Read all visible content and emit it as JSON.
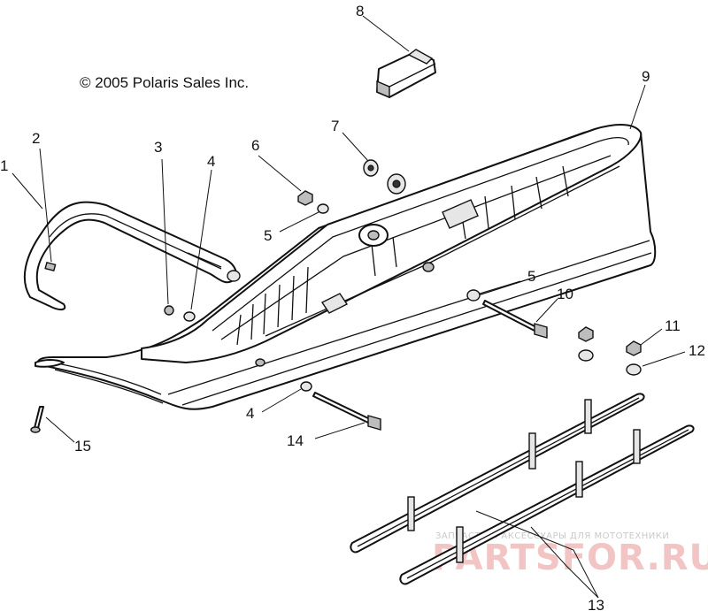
{
  "copyright": "© 2005 Polaris Sales Inc.",
  "callouts": [
    "1",
    "2",
    "3",
    "4",
    "5",
    "6",
    "7",
    "8",
    "9",
    "5",
    "10",
    "11",
    "12",
    "4",
    "14",
    "15",
    "13"
  ],
  "watermark": {
    "line1": "ЗАПЧАСТИ И АКСЕССУАРЫ ДЛЯ МОТОТЕХНИКИ",
    "line2": "PARTSFOR.RU"
  },
  "colors": {
    "line": "#111111",
    "watermark_text": "#c9c9c9",
    "watermark_logo": "#f2c4c4"
  }
}
